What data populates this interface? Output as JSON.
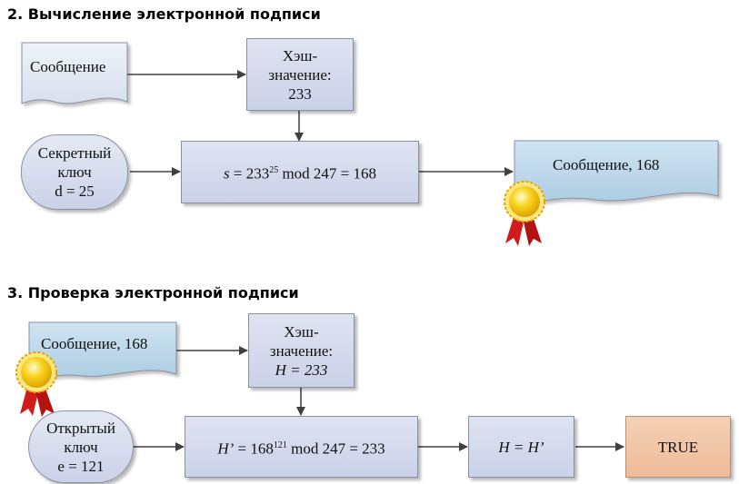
{
  "section2": {
    "heading": "2. Вычисление электронной подписи",
    "message_doc": "Сообщение",
    "hash_line1": "Хэш-",
    "hash_line2": "значение:",
    "hash_value": "233",
    "secret_key_line1": "Секретный",
    "secret_key_line2": "ключ",
    "secret_key_line3": "d = 25",
    "formula_s": "s",
    "formula_base": " = 233",
    "formula_exp": "25",
    "formula_rest": " mod 247 =  168",
    "signed_doc": "Сообщение, 168"
  },
  "section3": {
    "heading": "3. Проверка электронной подписи",
    "signed_doc": "Сообщение, 168",
    "hash_line1": "Хэш-",
    "hash_line2": "значение:",
    "hash_value": "H = 233",
    "public_key_line1": "Открытый",
    "public_key_line2": "ключ",
    "public_key_line3": "e = 121",
    "formula_h": "H’",
    "formula_base": " = 168",
    "formula_exp": "121",
    "formula_rest": " mod 247 =  233",
    "compare": "H = H’",
    "result": "TRUE"
  },
  "colors": {
    "box_fill": "#cfd5ea",
    "box_border": "#8a8fa8",
    "doc_fill": "#b9d6e8",
    "result_fill": "#f1c3a3",
    "arrow": "#404040",
    "seal_gold": "#f5c400",
    "ribbon_red": "#d11a1a"
  },
  "icons": [
    "document-shape",
    "seal-icon",
    "ribbon-icon",
    "arrow"
  ]
}
